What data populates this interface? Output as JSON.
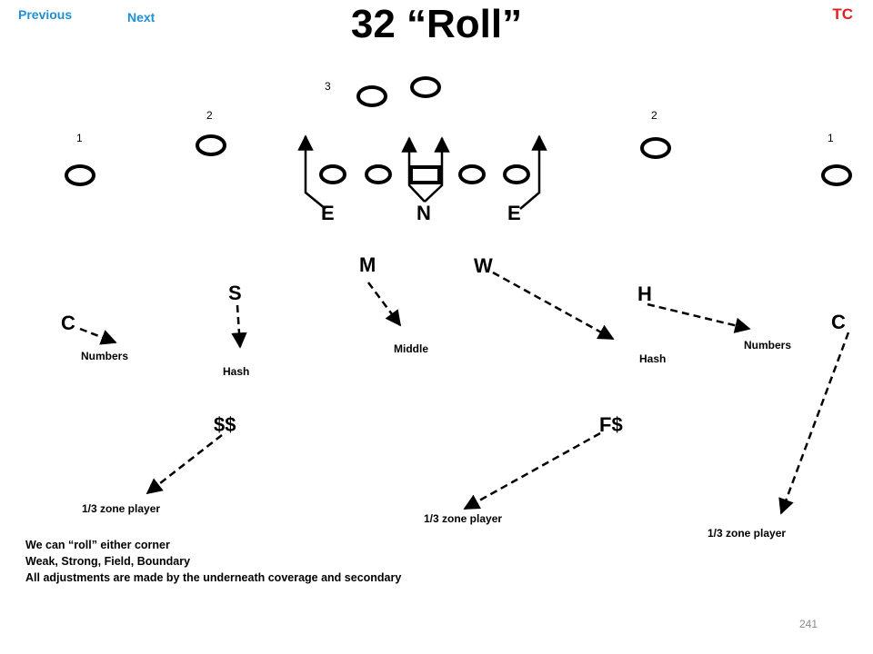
{
  "nav": {
    "previous": "Previous",
    "next": "Next",
    "tc": "TC"
  },
  "title": "32 “Roll”",
  "gap_numbers": {
    "left1": "1",
    "left2": "2",
    "center3": "3",
    "right2": "2",
    "right1": "1"
  },
  "defense": {
    "end_left": "E",
    "nose": "N",
    "end_right": "E",
    "mike": "M",
    "will": "W",
    "sam": "S",
    "hawk": "H",
    "corner_left": "C",
    "corner_right": "C",
    "strong_safety": "$$",
    "free_safety": "F$"
  },
  "assignments": {
    "corner_left": "Numbers",
    "sam": "Hash",
    "mike": "Middle",
    "will": "Hash",
    "hawk": "Numbers",
    "strong_safety": "1/3  zone player",
    "free_safety": "1/3  zone player",
    "corner_right": "1/3  zone player"
  },
  "notes": [
    "We can “roll” either corner",
    "Weak, Strong, Field, Boundary",
    "All adjustments are made by the underneath coverage and secondary"
  ],
  "page_number": "241",
  "colors": {
    "nav": "#1f8fd6",
    "tc": "#e02020"
  }
}
